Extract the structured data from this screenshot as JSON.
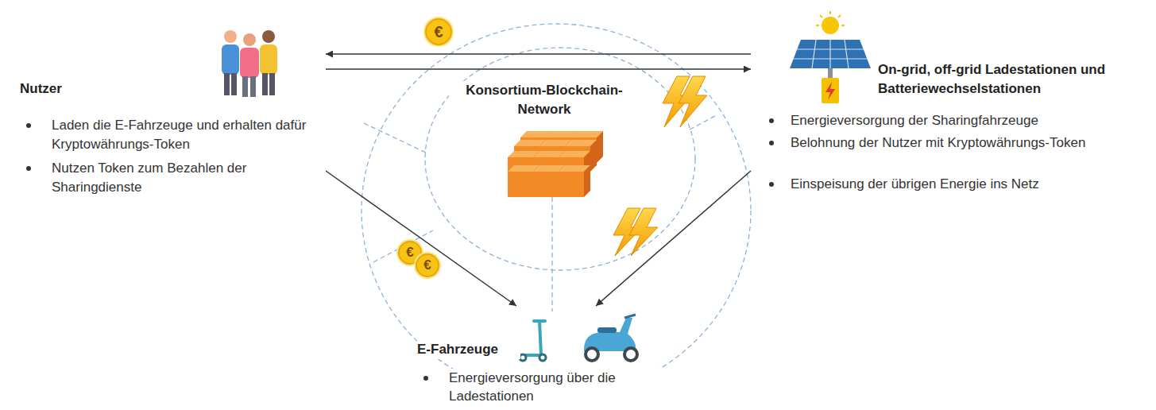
{
  "diagram": {
    "nodes": [
      {
        "text": [
          "Nutzer",
          "Laden die E-Fahrzeuge und erhalten dafür Kryptowährungs-Token",
          "Nutzen Token zum Bezahlen der Sharingdienste"
        ]
      },
      {
        "text": [
          "On-grid, off-grid Ladestationen und Batteriewechselstationen",
          "Energieversorgung der Sharingfahrzeuge",
          "Belohnung der Nutzer mit Kryptowährungs-Token",
          "Einspeisung der übrigen Energie ins Netz"
        ]
      },
      {
        "text": [
          "Konsortium-Blockchain-Network"
        ]
      },
      {
        "text": [
          "E-Fahrzeuge",
          "Energieversorgung über die Ladestationen"
        ]
      }
    ],
    "edges": [
      {
        "from": 1,
        "to": 0,
        "arrow": "to"
      },
      {
        "from": 0,
        "to": 1,
        "arrow": "to"
      },
      {
        "from": 0,
        "to": 3,
        "arrow": "to"
      },
      {
        "from": 1,
        "to": 3,
        "arrow": "to"
      }
    ],
    "labels": [
      "€",
      "€",
      "€"
    ]
  }
}
